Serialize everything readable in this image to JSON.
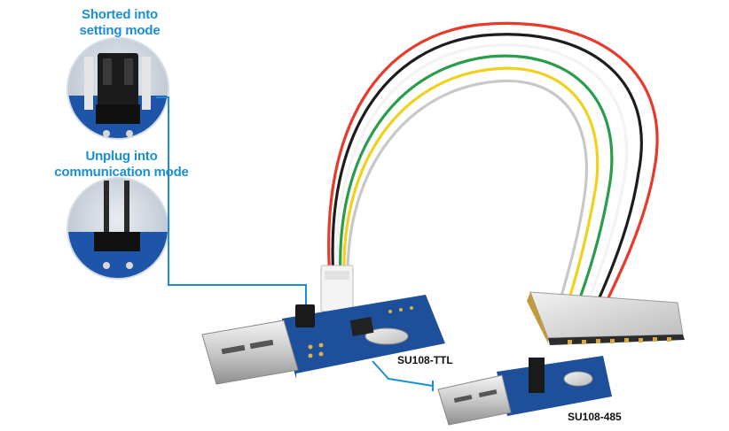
{
  "annotations": {
    "shorted_line1": "Shorted into",
    "shorted_line2": "setting mode",
    "unplug_line1": "Unplug into",
    "unplug_line2": "communication mode"
  },
  "boards": {
    "ttl_label": "SU108-TTL",
    "rs485_label": "SU108-485"
  },
  "colors": {
    "callout_line": "#1a8fd6",
    "pcb_blue": "#1e4f9a",
    "wire_colors": [
      "#e8392a",
      "#1d1d1d",
      "#ffffff",
      "#2a9d4a",
      "#f2d11e",
      "#e8392a"
    ]
  }
}
